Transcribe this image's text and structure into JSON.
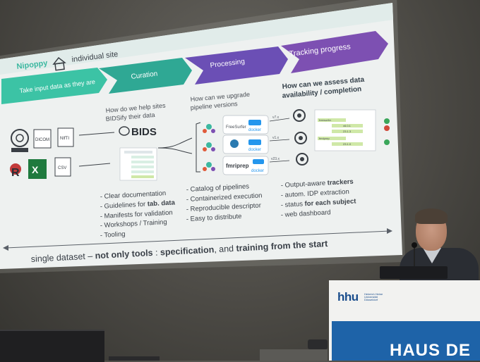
{
  "slide": {
    "brand": "Nipoppy",
    "subtitle": "individual site",
    "stages": [
      "Take input data as they are",
      "Curation",
      "Processing",
      "Tracking progress"
    ],
    "stage_colors": [
      "#3cc3a5",
      "#2fa894",
      "#6a4fb5",
      "#7b4fb0"
    ],
    "input_files": [
      "DICOM",
      "NIfTI",
      "CSV"
    ],
    "curation": {
      "question": [
        "How do we help sites",
        "BIDSify their data"
      ],
      "logo": "BIDS",
      "bullets": [
        {
          "text": "- Clear documentation"
        },
        {
          "text": "- Guidelines for ",
          "bold": "tab. data"
        },
        {
          "text": "- Manifests for validation"
        },
        {
          "text": "- Workshops / Training"
        },
        {
          "text": "- Tooling"
        }
      ]
    },
    "processing": {
      "question": [
        "How can we upgrade",
        "pipeline versions"
      ],
      "pipelines": [
        {
          "name": "FreeSurfer",
          "container": "docker",
          "version": "v7.x"
        },
        {
          "name": "",
          "container": "docker",
          "version": "v1.x"
        },
        {
          "name": "fmriprep",
          "container": "docker",
          "version": "v23.x"
        }
      ],
      "bullets": [
        "- Catalog of pipelines",
        "- Containerized execution",
        "- Reproducible descriptor",
        "- Easy to distribute"
      ]
    },
    "tracking": {
      "question": [
        "How can we assess data",
        "availability / completion"
      ],
      "table_rows": [
        "freesurfer",
        "v6.0.1",
        "fmriprep",
        "23.1.3",
        "mriqc",
        "23.1.0"
      ],
      "status_colors": [
        "#3aa65a",
        "#d0493a",
        "#3aa65a"
      ],
      "bullets": [
        {
          "text": "- Output-aware ",
          "bold": "trackers"
        },
        {
          "text": "- autom. IDP extraction"
        },
        {
          "text": "- status ",
          "bold": "for each subject"
        },
        {
          "text": "- web dashboard"
        }
      ]
    },
    "footer": {
      "part1": "single dataset – ",
      "part2": "not only tools",
      "part3": " : ",
      "part4": "specification",
      "part5": ", and ",
      "part6": "training from the start"
    }
  },
  "podium": {
    "logo": "hhu",
    "logo_sub": "Heinrich Heine Universität Düsseldorf",
    "banner": "HAUS DE"
  }
}
